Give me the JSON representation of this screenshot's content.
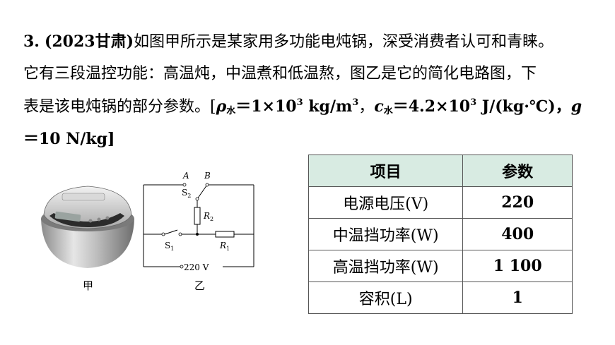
{
  "problem": {
    "number": "3.",
    "source": "(2023甘肃)",
    "line1_text": "如图甲所示是某家用多功能电炖锅，深受消费者认可和青睐。",
    "line2_text": "它有三段温控功能：高温炖，中温煮和低温熬，图乙是它的简化电路图，下",
    "line3_text": "表是该电炖锅的部分参数。[",
    "rho": "ρ",
    "rho_sub": "水",
    "rho_value": "＝1×10",
    "rho_exp": "3",
    "rho_unit": " kg/m",
    "rho_unit_exp": "3",
    "sep": "，",
    "c": "c",
    "c_sub": "水",
    "c_value": "＝4.2×10",
    "c_exp": "3",
    "c_unit": " J/(kg·℃)，",
    "g": "g",
    "line4_text": "＝10 N/kg]"
  },
  "figure": {
    "cooker_label": "甲",
    "circuit_label": "乙",
    "circuit": {
      "A": "A",
      "B": "B",
      "S2": "S",
      "S2_sub": "2",
      "R2": "R",
      "R2_sub": "2",
      "S1": "S",
      "S1_sub": "1",
      "R1": "R",
      "R1_sub": "1",
      "voltage": "220 V"
    }
  },
  "table": {
    "headers": [
      "项目",
      "参数"
    ],
    "rows": [
      {
        "item": "电源电压(V)",
        "value": "220"
      },
      {
        "item": "中温挡功率(W)",
        "value": "400"
      },
      {
        "item": "高温挡功率(W)",
        "value": "1 100"
      },
      {
        "item": "容积(L)",
        "value": "1"
      }
    ]
  }
}
